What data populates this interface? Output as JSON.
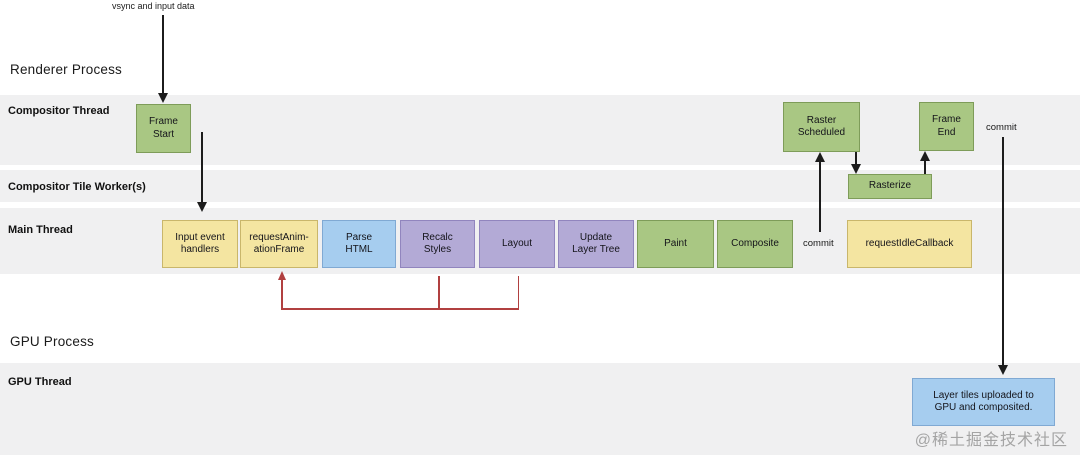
{
  "headings": {
    "renderer_process": "Renderer Process",
    "gpu_process": "GPU Process"
  },
  "threads": {
    "compositor": "Compositor Thread",
    "tile_workers": "Compositor Tile Worker(s)",
    "main": "Main Thread",
    "gpu": "GPU Thread"
  },
  "annotations": {
    "vsync_label": "vsync and input data",
    "commit_top": "commit",
    "commit_main": "commit"
  },
  "boxes": {
    "frame_start": {
      "lines": [
        "Frame",
        "Start"
      ],
      "color": "green"
    },
    "raster_scheduled": {
      "lines": [
        "Raster",
        "Scheduled"
      ],
      "color": "green"
    },
    "frame_end": {
      "lines": [
        "Frame",
        "End"
      ],
      "color": "green"
    },
    "rasterize": {
      "lines": [
        "Rasterize"
      ],
      "color": "green"
    },
    "input_event_handlers": {
      "lines": [
        "Input event",
        "handlers"
      ],
      "color": "yellow"
    },
    "request_animation_frame": {
      "lines": [
        "requestAnim-",
        "ationFrame"
      ],
      "color": "yellow"
    },
    "parse_html": {
      "lines": [
        "Parse",
        "HTML"
      ],
      "color": "blue"
    },
    "recalc_styles": {
      "lines": [
        "Recalc",
        "Styles"
      ],
      "color": "purple"
    },
    "layout": {
      "lines": [
        "Layout"
      ],
      "color": "purple"
    },
    "update_layer_tree": {
      "lines": [
        "Update",
        "Layer Tree"
      ],
      "color": "purple"
    },
    "paint": {
      "lines": [
        "Paint"
      ],
      "color": "green"
    },
    "composite": {
      "lines": [
        "Composite"
      ],
      "color": "green"
    },
    "request_idle_callback": {
      "lines": [
        "requestIdleCallback"
      ],
      "color": "yellow"
    },
    "layer_tiles": {
      "lines": [
        "Layer tiles uploaded to",
        "GPU and composited."
      ],
      "color": "blue"
    }
  },
  "palette": {
    "band_background": "#f0f0f1",
    "green_fill": "#a9c783",
    "green_border": "#7e9c59",
    "yellow_fill": "#f4e5a1",
    "yellow_border": "#c9b66b",
    "blue_fill": "#a6cdef",
    "blue_border": "#80a9d3",
    "purple_fill": "#b3aad6",
    "purple_border": "#9185be",
    "red_feedback_line": "#b14040",
    "arrow_black": "#1c1c1c"
  },
  "watermark": "@稀土掘金技术社区"
}
